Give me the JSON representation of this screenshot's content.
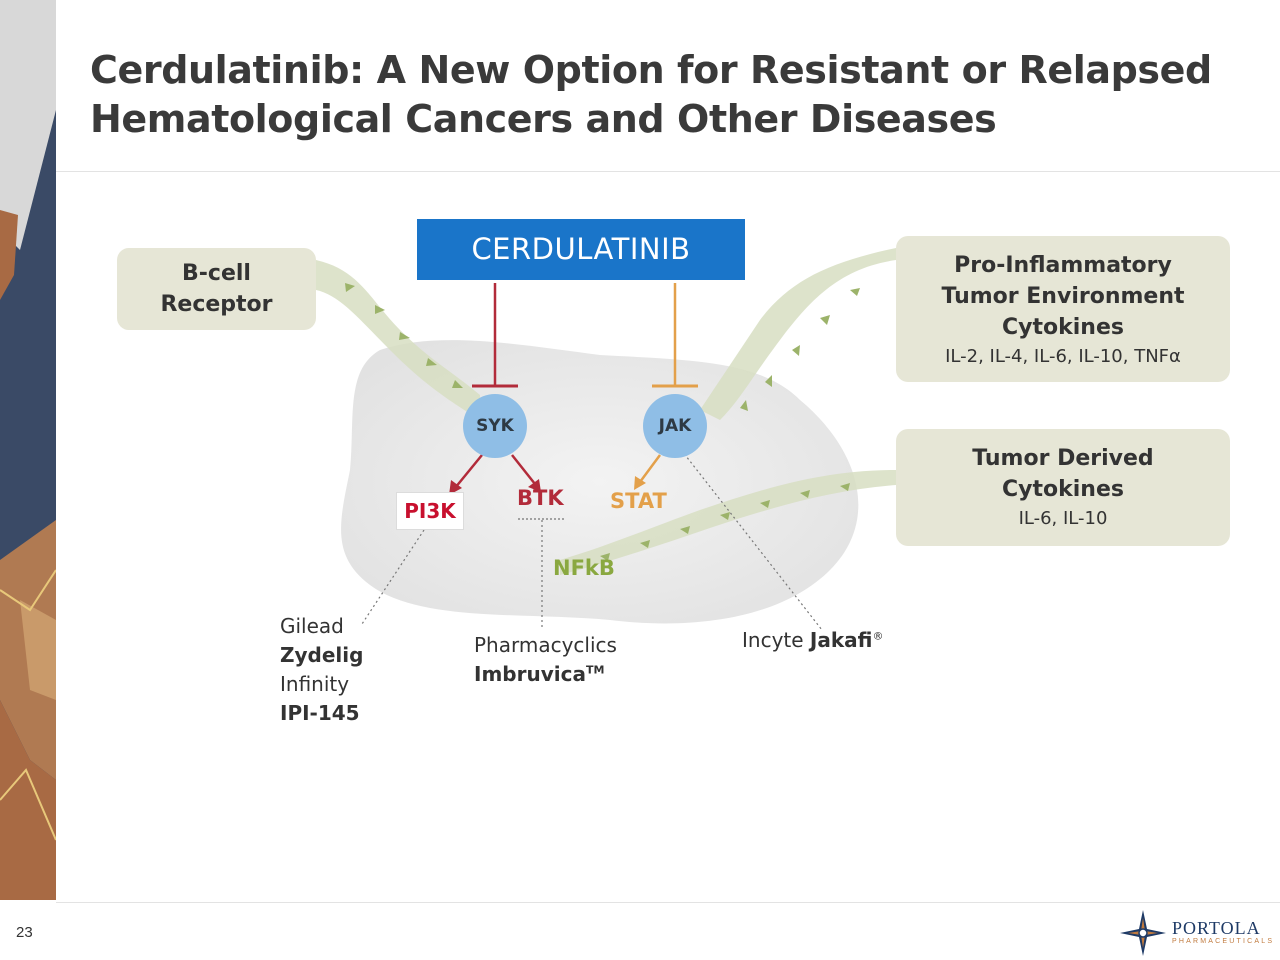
{
  "slide": {
    "title_line1": "Cerdulatinib: A New Option for Resistant or Relapsed",
    "title_line2": "Hematological Cancers and Other Diseases",
    "page_number": "23"
  },
  "diagram": {
    "drug": "CERDULATINIB",
    "bcell": {
      "line1": "B-cell",
      "line2": "Receptor"
    },
    "pro_inflam": {
      "line1": "Pro-Inflammatory",
      "line2": "Tumor Environment",
      "line3": "Cytokines",
      "line4": "IL-2, IL-4, IL-6, IL-10, TNFα"
    },
    "tumor_derived": {
      "line1": "Tumor Derived",
      "line2": "Cytokines",
      "line3": "IL-6, IL-10"
    },
    "nodes": {
      "syk": "SYK",
      "jak": "JAK"
    },
    "targets": {
      "pi3k": "PI3K",
      "btk": "BTK",
      "stat": "STAT",
      "nfkb": "NFkB"
    },
    "notes": {
      "gilead": "Gilead",
      "zydelig": "Zydelig",
      "infinity": "Infinity",
      "ipi145": "IPI-145",
      "pharmacyclics": "Pharmacyclics",
      "imbruvica": "Imbruvica",
      "imbruvica_mark": "TM",
      "incyte": "Incyte",
      "jakafi": "Jakafi",
      "jakafi_mark": "®"
    }
  },
  "logo": {
    "name": "PORTOLA",
    "sub": "PHARMACEUTICALS"
  },
  "colors": {
    "drug_blue": "#1a75c9",
    "syk_inhibit": "#b22b3a",
    "jak_inhibit": "#e3a04a",
    "pi3k_red": "#c8102e",
    "btk_red": "#b22b3a",
    "stat_orange": "#e3a04a",
    "nfkb_green": "#8aa840",
    "node_blue": "#8fbee6",
    "box_bg": "#e6e6d6"
  }
}
